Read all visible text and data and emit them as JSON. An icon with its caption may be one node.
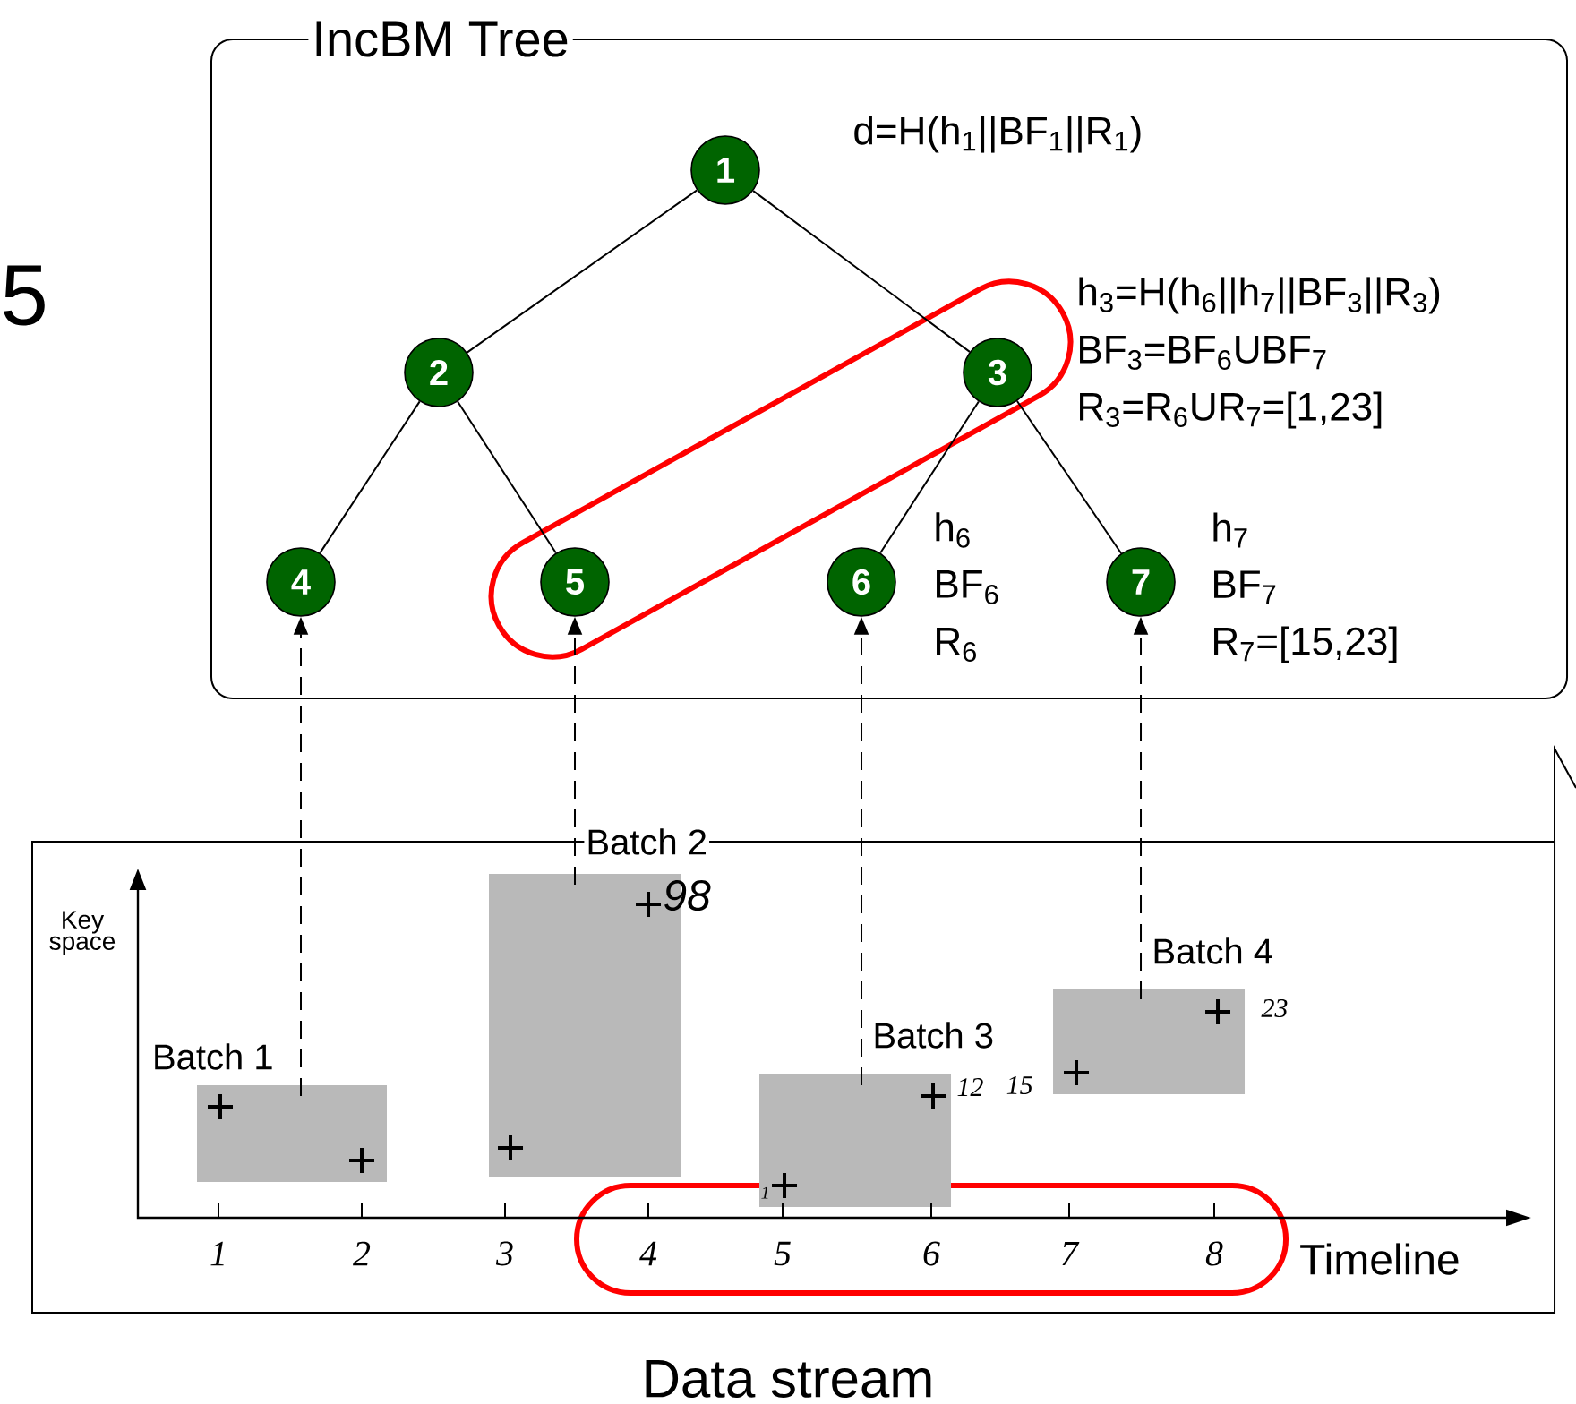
{
  "diagram": {
    "nodes": [
      {
        "text": [
          "IncBM Tree"
        ]
      },
      {
        "text": [
          "1"
        ],
        "in": 0,
        "beside": [
          "d=H(h$_{1}$||BF$_{1}$||R$_{1}$)"
        ]
      },
      {
        "text": [
          "2"
        ],
        "in": 0
      },
      {
        "text": [
          "3"
        ],
        "in": 0,
        "beside": [
          "h$_{3}$=H(h$_{6}$||h$_{7}$||BF$_{3}$||R$_{3}$)",
          "BF$_{3}$=BF$_{6}$UBF$_{7}$",
          "R$_{3}$=R$_{6}$UR$_{7}$=[1,23]"
        ]
      },
      {
        "text": [
          "4"
        ],
        "in": 0
      },
      {
        "text": [
          "5"
        ],
        "in": 0
      },
      {
        "text": [
          "6"
        ],
        "in": 0,
        "beside": [
          "h$_{6}$",
          "BF$_{6}$",
          "R$_{6}$"
        ]
      },
      {
        "text": [
          "7"
        ],
        "in": 0,
        "beside": [
          "h$_{7}$",
          "BF$_{7}$",
          "R$_{7}$=[15,23]"
        ]
      },
      {
        "text": [
          "Data stream"
        ]
      },
      {
        "text": [
          "Batch 1"
        ],
        "in": 8
      },
      {
        "text": [
          "Batch 2"
        ],
        "in": 8
      },
      {
        "text": [
          "Batch 3"
        ],
        "in": 8
      },
      {
        "text": [
          "Batch 4"
        ],
        "in": 8
      }
    ],
    "edges": [
      {
        "from": 1,
        "to": 2,
        "arrow": "none"
      },
      {
        "from": 1,
        "to": 3,
        "arrow": "none"
      },
      {
        "from": 2,
        "to": 4,
        "arrow": "none"
      },
      {
        "from": 2,
        "to": 5,
        "arrow": "none"
      },
      {
        "from": 3,
        "to": 6,
        "arrow": "none"
      },
      {
        "from": 3,
        "to": 7,
        "arrow": "none"
      },
      {
        "from": 9,
        "to": 4,
        "arrow": "to",
        "style": "dashed"
      },
      {
        "from": 10,
        "to": 5,
        "arrow": "to",
        "style": "dashed"
      },
      {
        "from": 11,
        "to": 6,
        "arrow": "to",
        "style": "dashed"
      },
      {
        "from": 12,
        "to": 7,
        "arrow": "to",
        "style": "dashed"
      }
    ],
    "labels": [
      "5",
      "Key space",
      "98",
      "23",
      "12",
      "15",
      "1",
      "1",
      "2",
      "3",
      "4",
      "5",
      "6",
      "7",
      "8",
      "Timeline"
    ]
  }
}
